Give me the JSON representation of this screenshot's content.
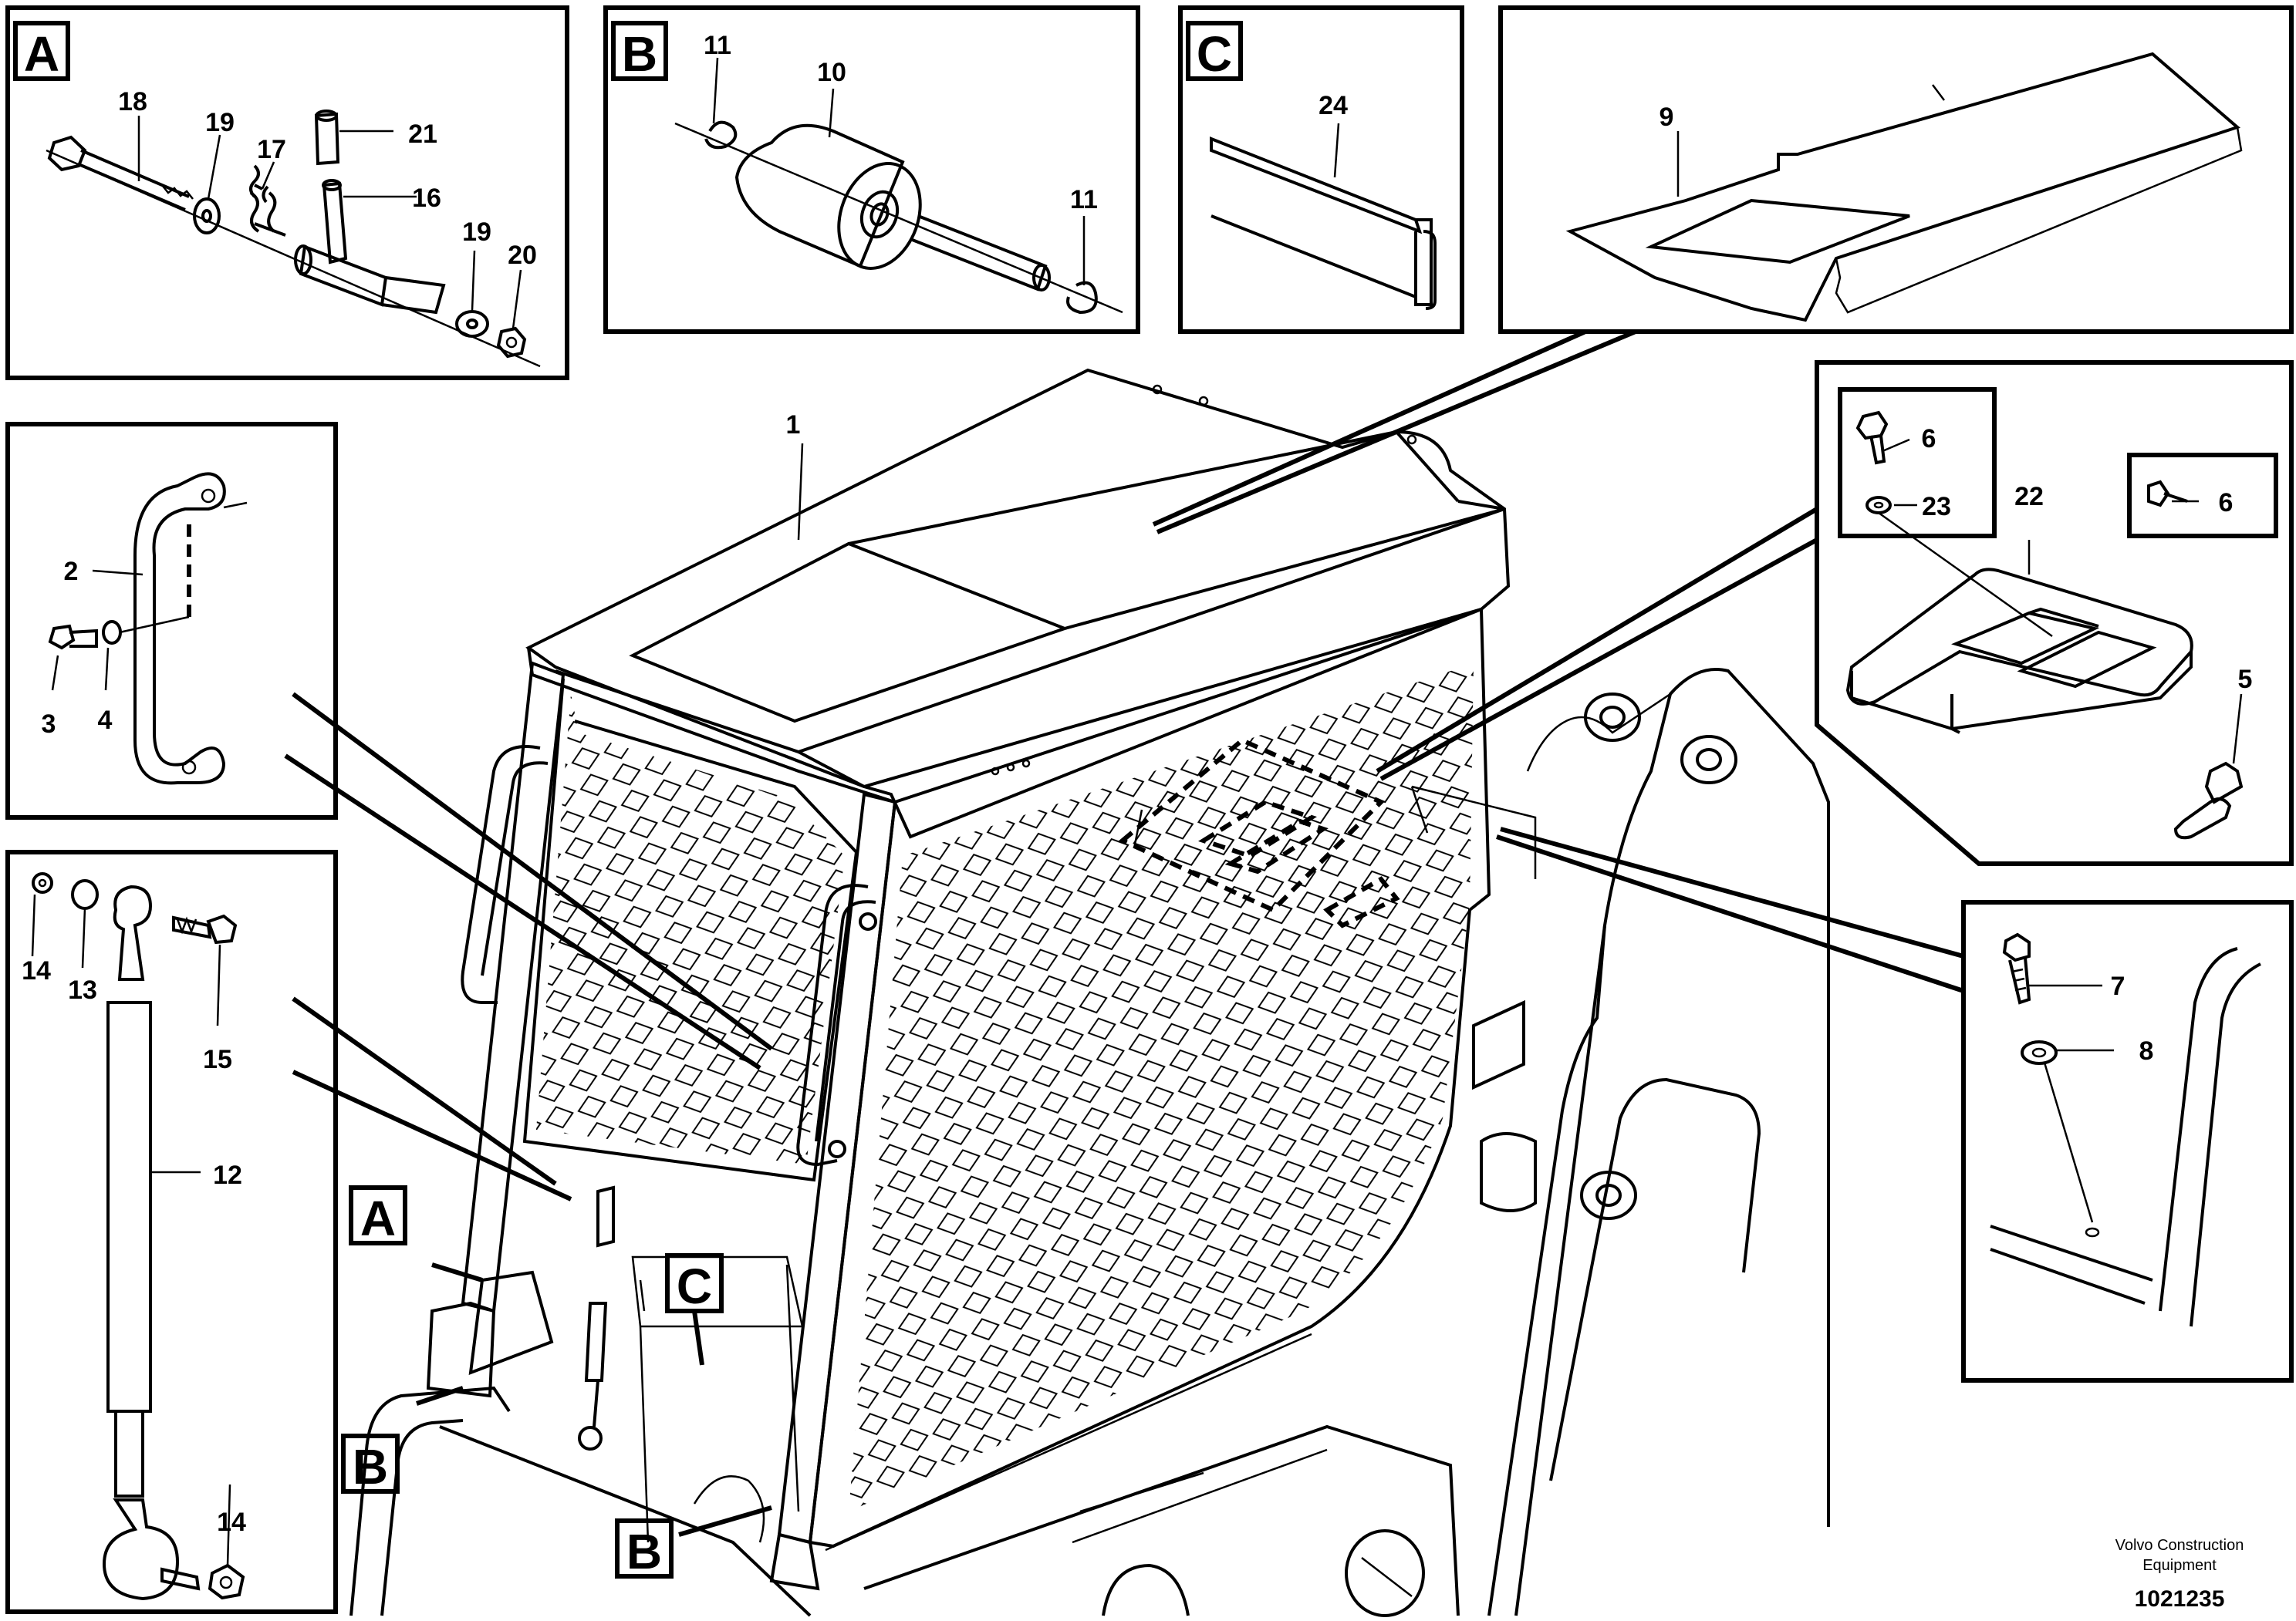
{
  "detail_labels": {
    "a": "A",
    "b": "B",
    "c": "C"
  },
  "part_numbers": {
    "p1": "1",
    "p2": "2",
    "p3": "3",
    "p4": "4",
    "p5": "5",
    "p6a": "6",
    "p6b": "6",
    "p7": "7",
    "p8": "8",
    "p9": "9",
    "p10": "10",
    "p11a": "11",
    "p11b": "11",
    "p12": "12",
    "p13": "13",
    "p14a": "14",
    "p14b": "14",
    "p15": "15",
    "p16": "16",
    "p17": "17",
    "p18": "18",
    "p19a": "19",
    "p19b": "19",
    "p20": "20",
    "p21": "21",
    "p22": "22",
    "p23": "23",
    "p24": "24"
  },
  "footer": {
    "company_line1": "Volvo Construction",
    "company_line2": "Equipment",
    "drawing_number": "1021235"
  }
}
